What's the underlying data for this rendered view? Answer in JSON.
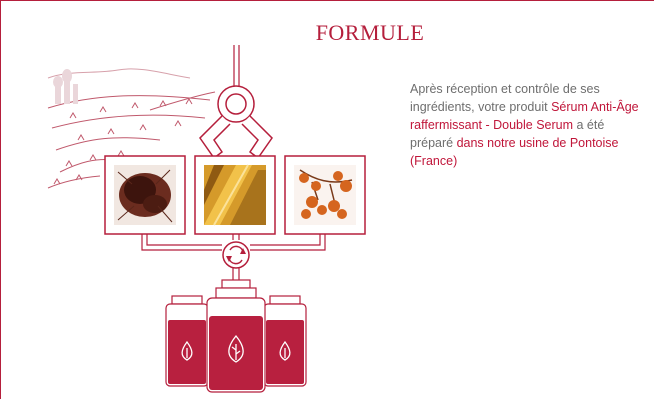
{
  "section": {
    "title": "FORMULE"
  },
  "description": {
    "part1": "Après réception et contrôle de ses ingrédients, votre produit ",
    "product_name": "Sérum Anti-Âge raffermissant - Double Serum",
    "part2": " a été préparé ",
    "location": "dans notre usine de Pontoise (France)"
  },
  "colors": {
    "accent": "#b51f3c",
    "text": "#6e6e6e",
    "bottle_fill": "#b8203f"
  },
  "illustration": {
    "panels": [
      "ingredient-photo-dark-root",
      "ingredient-photo-golden-leaf",
      "ingredient-photo-orange-berries"
    ],
    "icons": [
      "robotic-claw-icon",
      "recycle-arrows-icon",
      "drop-leaf-icon"
    ]
  }
}
